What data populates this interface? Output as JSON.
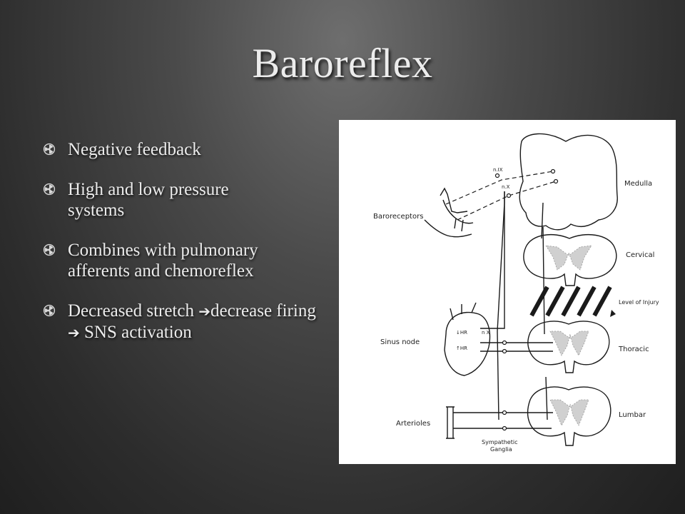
{
  "slide": {
    "title": "Baroreflex",
    "bullets": [
      {
        "icon": "radiation-bullet-icon",
        "parts": [
          "Negative feedback"
        ]
      },
      {
        "icon": "radiation-bullet-icon",
        "parts": [
          "High and low pressure systems"
        ]
      },
      {
        "icon": "radiation-bullet-icon",
        "parts": [
          "Combines with pulmonary afferents and chemoreflex"
        ]
      },
      {
        "icon": "radiation-bullet-icon",
        "parts": [
          "Decreased stretch ",
          "decrease firing ",
          " SNS activation"
        ]
      }
    ],
    "arrow_glyph": "➔"
  },
  "diagram": {
    "labels": {
      "medulla": "Medulla",
      "cervical": "Cervical",
      "level_of_injury": "Level of Injury",
      "thoracic": "Thoracic",
      "lumbar": "Lumbar",
      "baroreceptors": "Baroreceptors",
      "sinus_node": "Sinus node",
      "arterioles": "Arterioles",
      "sympathetic_ganglia_1": "Sympathetic",
      "sympathetic_ganglia_2": "Ganglia",
      "n_ix": "n.IX",
      "n_x_top": "n.X",
      "n_x_heart": "n X",
      "down_hr": "↓HR",
      "up_hr": "↑HR"
    }
  }
}
